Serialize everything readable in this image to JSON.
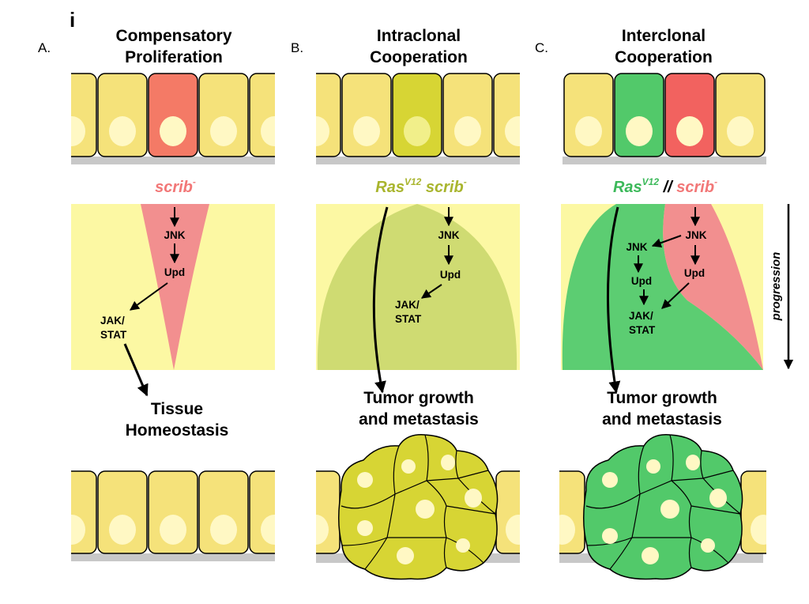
{
  "panel_index": "i",
  "panels": [
    {
      "letter": "A.",
      "title_line1": "Compensatory",
      "title_line2": "Proliferation",
      "genotype": {
        "scrib": "scrib",
        "scrib_sup": "-"
      },
      "pathway": {
        "jnk": "JNK",
        "upd": "Upd",
        "jak1": "JAK/",
        "jak2": "STAT"
      },
      "outcome_line1": "Tissue",
      "outcome_line2": "Homeostasis"
    },
    {
      "letter": "B.",
      "title_line1": "Intraclonal",
      "title_line2": "Cooperation",
      "genotype": {
        "ras": "Ras",
        "ras_sup": "V12",
        "scrib": "scrib",
        "scrib_sup": "-"
      },
      "pathway": {
        "jnk": "JNK",
        "upd": "Upd",
        "jak1": "JAK/",
        "jak2": "STAT"
      },
      "outcome_line1": "Tumor growth",
      "outcome_line2": "and metastasis"
    },
    {
      "letter": "C.",
      "title_line1": "Interclonal",
      "title_line2": "Cooperation",
      "genotype": {
        "ras": "Ras",
        "ras_sup": "V12",
        "sep": "//",
        "scrib": "scrib",
        "scrib_sup": "-"
      },
      "pathway": {
        "jnk_left": "JNK",
        "jnk_right": "JNK",
        "upd_left": "Upd",
        "upd_right": "Upd",
        "jak1": "JAK/",
        "jak2": "STAT"
      },
      "outcome_line1": "Tumor growth",
      "outcome_line2": "and metastasis"
    }
  ],
  "progression_label": "progression",
  "colors": {
    "normal_cell": "#f5e27a",
    "nucleus": "#fff8c4",
    "scrib_cell": "#f47a66",
    "ras_scrib_cell": "#d7d534",
    "ras_cell": "#52c96a",
    "scrib_red_cell": "#f2625f",
    "background_yellow": "#fcf8a3",
    "scrib_pink": "#f28f8f",
    "olive_zone": "#cfdb72",
    "green_zone": "#5ccd72",
    "scrib_text": "#f27777",
    "ras_scrib_text": "#a9b52e",
    "ras_text": "#3cb95a",
    "basement": "#c8c8c8"
  }
}
